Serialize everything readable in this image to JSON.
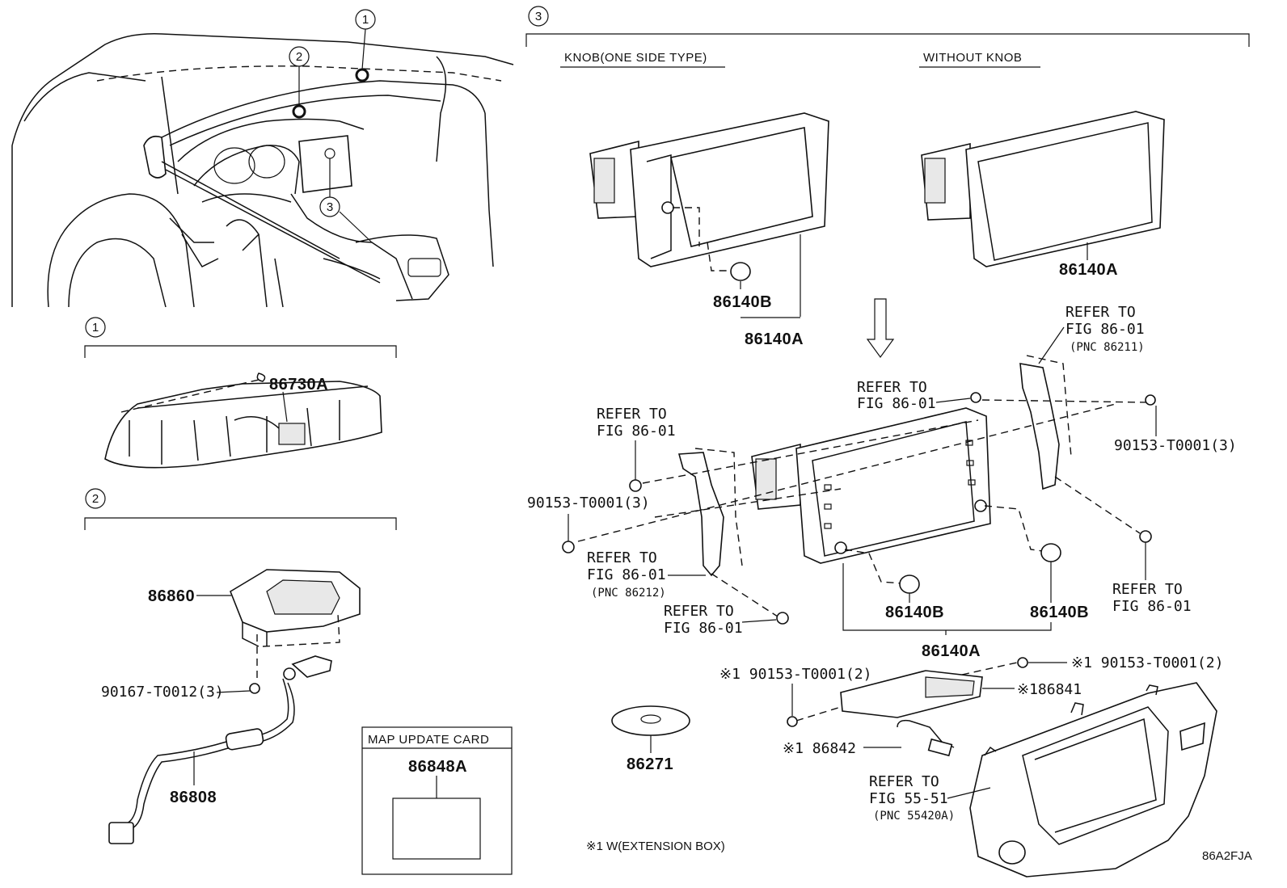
{
  "sections": {
    "s1": "1",
    "s2": "2",
    "s3": "3",
    "car_callout_1": "1",
    "car_callout_2": "2",
    "car_callout_3": "3"
  },
  "headers": {
    "knob": "KNOB(ONE SIDE TYPE)",
    "without_knob": "WITHOUT KNOB"
  },
  "parts": {
    "p86730A": "86730A",
    "p86860": "86860",
    "p90167": "90167-T0012(3)",
    "p86808": "86808",
    "p86848A": "86848A",
    "map_card": "MAP UPDATE CARD",
    "knob_86140B": "86140B",
    "knob_86140A": "86140A",
    "wk_86140A": "86140A",
    "bolt_left": "90153-T0001(3)",
    "bolt_right": "90153-T0001(3)",
    "main_86140B_left": "86140B",
    "main_86140B_right": "86140B",
    "main_86140A": "86140A",
    "p86271": "86271",
    "ext_bolt_left": "※1 90153-T0001(2)",
    "ext_bolt_right": "※1 90153-T0001(2)",
    "p86841": "※186841",
    "p86842": "※1 86842",
    "note": "※1 W(EXTENSION BOX)",
    "fig_code": "86A2FJA"
  },
  "refers": {
    "r1_line1": "REFER TO",
    "r1_line2": "FIG 86-01",
    "r2_line1": "REFER TO",
    "r2_line2": "FIG 86-01",
    "r3_line1": "REFER TO",
    "r3_line2": "FIG 86-01",
    "r3_line3": "(PNC 86211)",
    "r4_line1": "REFER TO",
    "r4_line2": "FIG 86-01",
    "r4_line3": "(PNC 86212)",
    "r5_line1": "REFER TO",
    "r5_line2": "FIG 86-01",
    "r6_line1": "REFER TO",
    "r6_line2": "FIG 86-01",
    "r7_line1": "REFER TO",
    "r7_line2": "FIG 55-51",
    "r7_line3": "(PNC 55420A)"
  }
}
